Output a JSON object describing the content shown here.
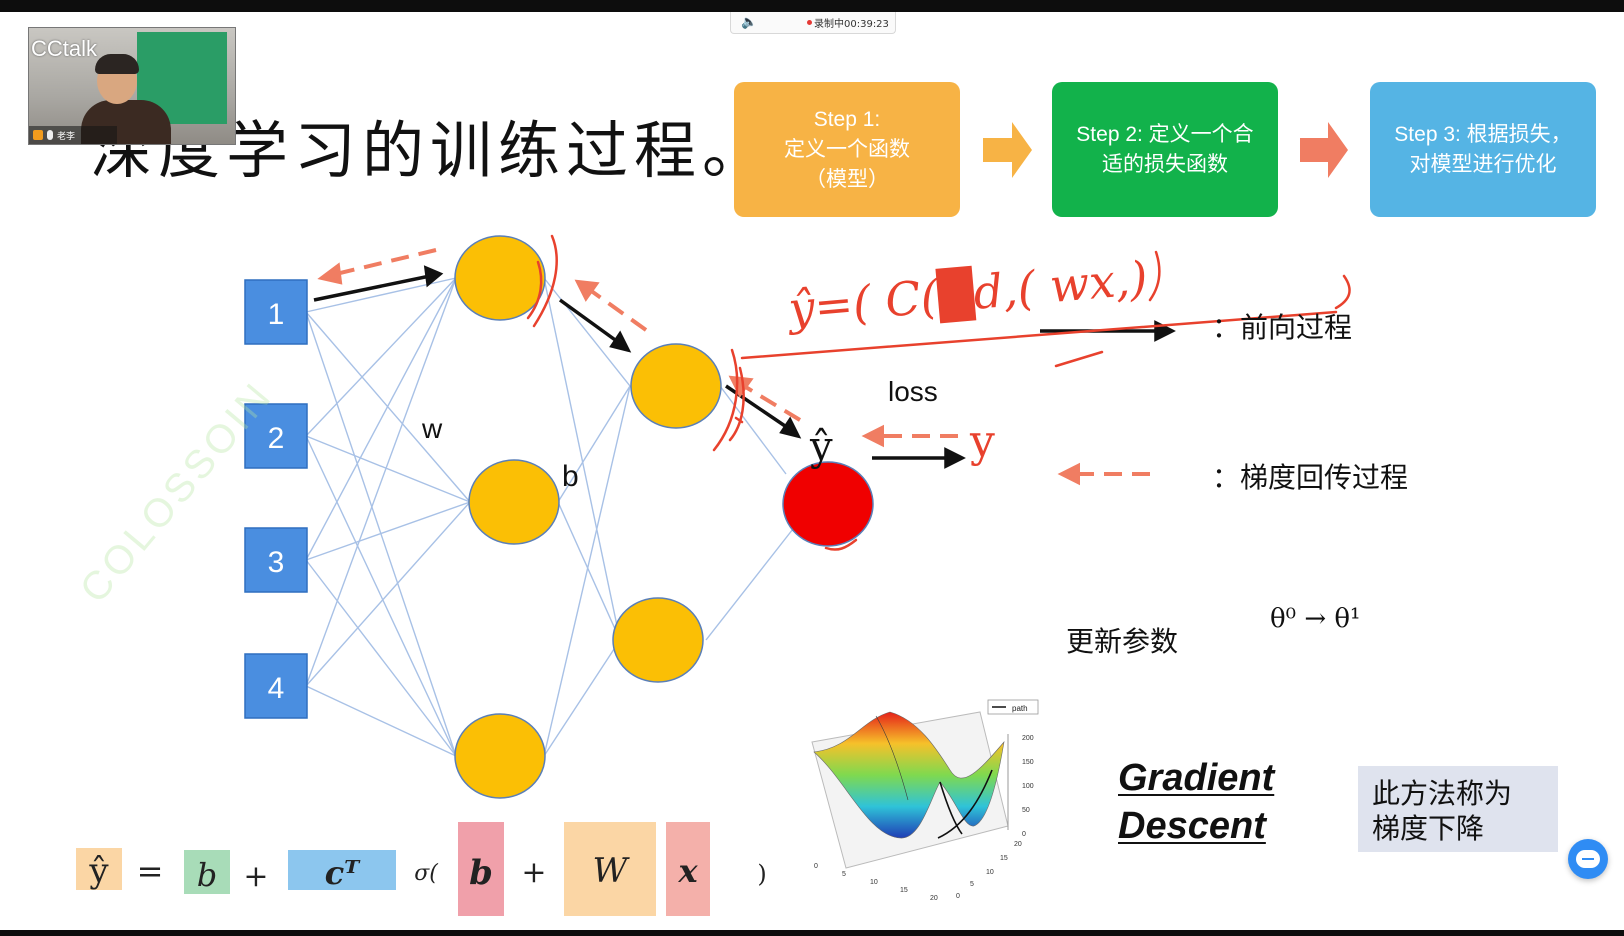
{
  "recording": {
    "status": "录制中00:39:23"
  },
  "webcam": {
    "app_name": "CCtalk",
    "user_label": "老李"
  },
  "title": "深度学习的训练过程。",
  "steps": [
    {
      "line1": "Step 1:",
      "line2": "定义一个函数",
      "line3": "（模型）",
      "color": "#f7b345"
    },
    {
      "line1": "Step 2: 定义一个合",
      "line2": "适的损失函数",
      "color": "#12b24b"
    },
    {
      "line1": "Step 3: 根据损失，",
      "line2": "对模型进行优化",
      "color": "#55b4e4"
    }
  ],
  "network": {
    "inputs": [
      "1",
      "2",
      "3",
      "4"
    ],
    "weight_label": "w",
    "bias_label": "b",
    "output_hat": "ŷ",
    "target": "y",
    "loss_label": "loss"
  },
  "legend": {
    "forward": "：前向过程",
    "backward": "：梯度回传过程"
  },
  "update": {
    "label": "更新参数",
    "theta": "θ⁰ → θ¹"
  },
  "gradient_descent": {
    "line1": "Gradient",
    "line2": "Descent"
  },
  "note": {
    "line1": "此方法称为",
    "line2": "梯度下降"
  },
  "surface_plot": {
    "legend": "path",
    "z_ticks": [
      "200",
      "150",
      "100",
      "50",
      "0"
    ],
    "x_ticks": [
      "0",
      "5",
      "10",
      "15",
      "20"
    ],
    "y_ticks": [
      "20",
      "15",
      "10",
      "5",
      "0"
    ]
  },
  "formula": {
    "yhat": "ŷ",
    "eq": "=",
    "b": "b",
    "plus": "+",
    "cT": "cᵀ",
    "sigma": "σ(",
    "b2": "b",
    "plus2": "+",
    "W": "W",
    "x": "x",
    "close": ")"
  },
  "watermark": "COLOSSOIN",
  "annotation": "ŷ=( C(█d,( wx,)"
}
